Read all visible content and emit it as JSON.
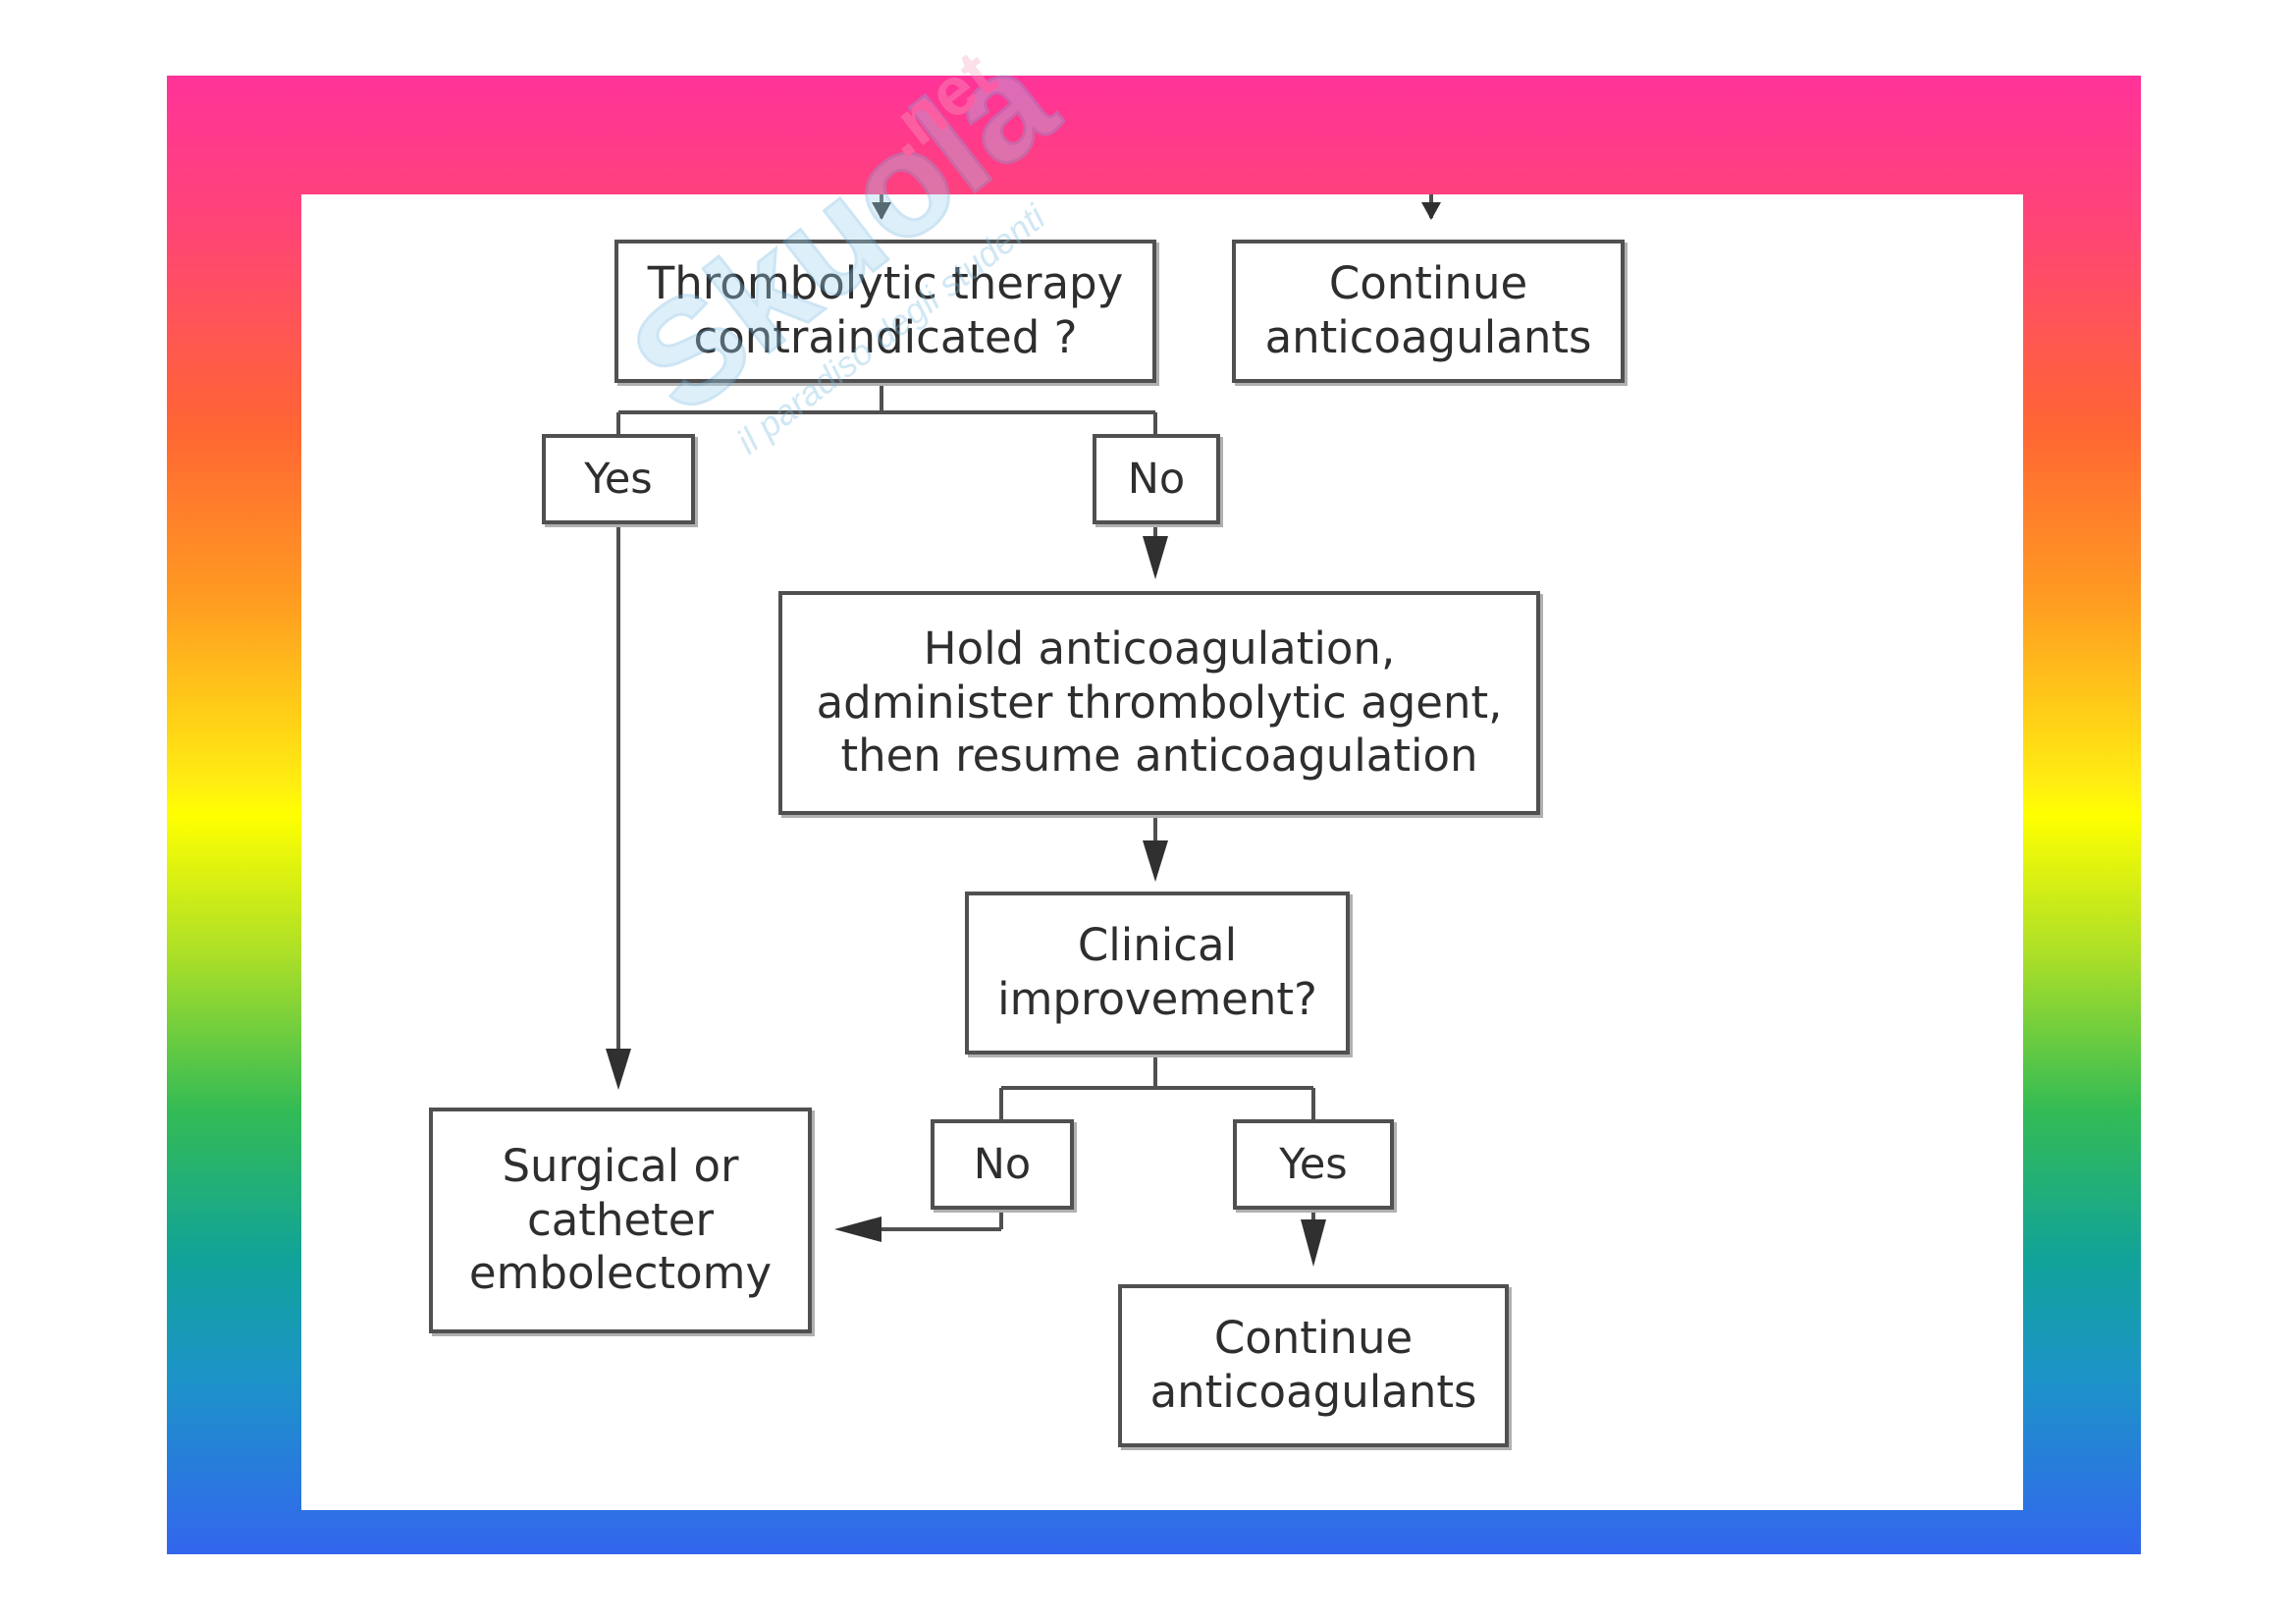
{
  "flowchart": {
    "nodes": {
      "thrombolytic_question": "Thrombolytic therapy\ncontraindicated ?",
      "continue_top": "Continue\nanticoagulants",
      "yes_1": "Yes",
      "no_1": "No",
      "hold_anticoagulation": "Hold anticoagulation,\nadminister thrombolytic agent,\nthen resume anticoagulation",
      "clinical_improvement": "Clinical\nimprovement?",
      "no_2": "No",
      "yes_2": "Yes",
      "surgical_embolectomy": "Surgical or\ncatheter\nembolectomy",
      "continue_bottom": "Continue\nanticoagulants"
    },
    "edges": [
      {
        "from": "thrombolytic_question",
        "to": "yes_1"
      },
      {
        "from": "thrombolytic_question",
        "to": "no_1"
      },
      {
        "from": "yes_1",
        "to": "surgical_embolectomy"
      },
      {
        "from": "no_1",
        "to": "hold_anticoagulation"
      },
      {
        "from": "hold_anticoagulation",
        "to": "clinical_improvement"
      },
      {
        "from": "clinical_improvement",
        "to": "no_2"
      },
      {
        "from": "clinical_improvement",
        "to": "yes_2"
      },
      {
        "from": "no_2",
        "to": "surgical_embolectomy"
      },
      {
        "from": "yes_2",
        "to": "continue_bottom"
      }
    ]
  },
  "watermark": {
    "logo_text": "Skuola.net",
    "tagline": "il paradiso degli studenti"
  },
  "colors": {
    "box_border": "#505050",
    "text": "#2e2e2e",
    "frame_top": "#ff3399",
    "frame_middle": "#ffff00",
    "frame_bottom": "#3366ee"
  }
}
